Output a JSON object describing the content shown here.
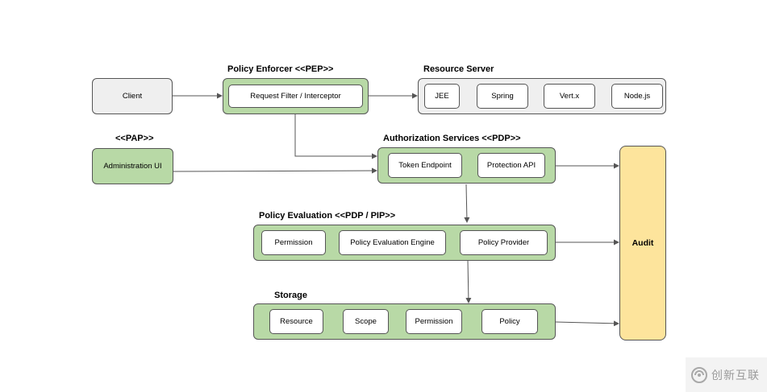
{
  "sections": {
    "pep": "Policy Enforcer <<PEP>>",
    "resource_server": "Resource Server",
    "pap": "<<PAP>>",
    "authz": "Authorization Services <<PDP>>",
    "policy_eval": "Policy Evaluation <<PDP / PIP>>",
    "storage": "Storage"
  },
  "nodes": {
    "client": "Client",
    "request_filter": "Request Filter / Interceptor",
    "jee": "JEE",
    "spring": "Spring",
    "vertx": "Vert.x",
    "nodejs": "Node.js",
    "admin_ui": "Administration UI",
    "token_endpoint": "Token Endpoint",
    "protection_api": "Protection API",
    "permission_eval": "Permission",
    "policy_engine": "Policy Evaluation Engine",
    "policy_provider": "Policy Provider",
    "resource": "Resource",
    "scope": "Scope",
    "permission_storage": "Permission",
    "policy": "Policy",
    "audit": "Audit"
  },
  "watermark": {
    "text": "创新互联",
    "icon": "swirl-logo-icon"
  },
  "colors": {
    "green": "#b8d9a6",
    "grey": "#efefef",
    "yellow": "#fde49c",
    "border": "#555555"
  }
}
